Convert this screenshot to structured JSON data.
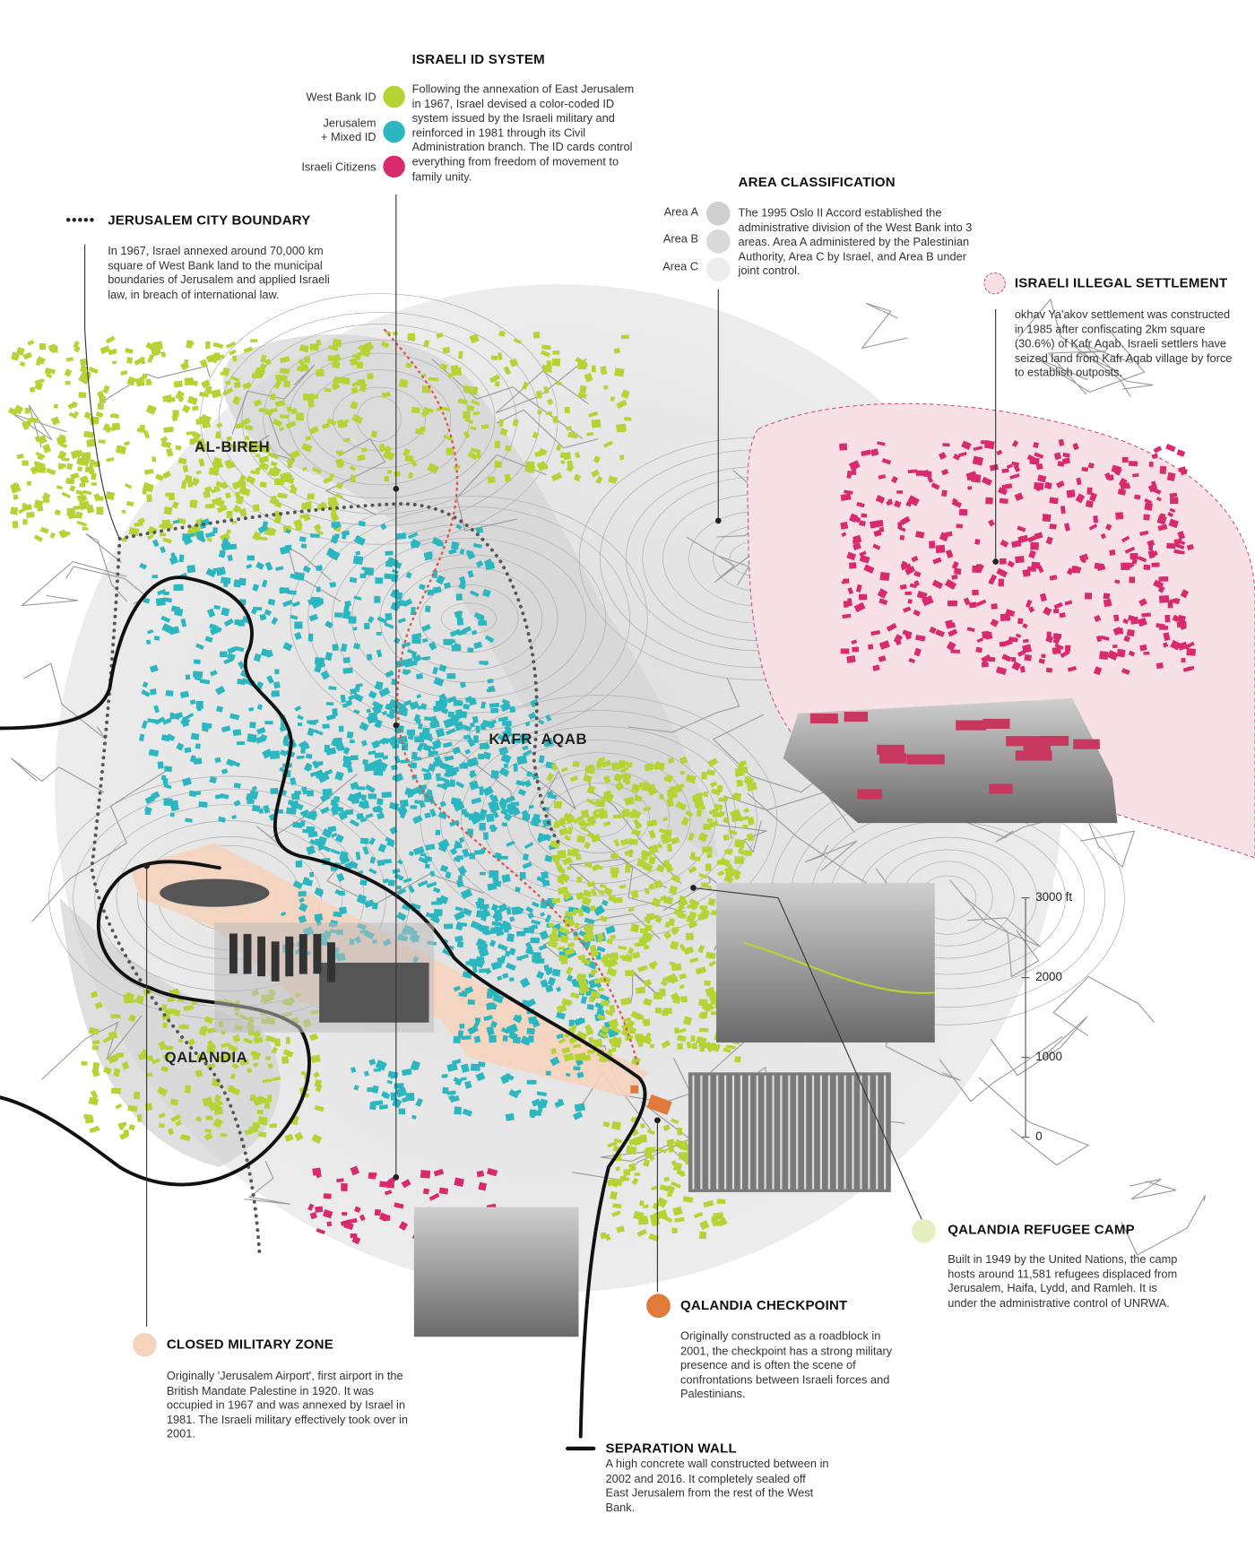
{
  "colors": {
    "west_bank_id": "#b5d334",
    "jerusalem_id": "#2bb6c0",
    "israeli_citizens": "#d92a6e",
    "area_a": "#cfcfcf",
    "area_b": "#dadada",
    "area_c": "#ececec",
    "settlement": "#f7e1e7",
    "military": "#f5d3bd",
    "checkpoint": "#e07a3a",
    "refugee_camp": "#e6efbf"
  },
  "id_system": {
    "title": "ISRAELI ID SYSTEM",
    "legend": [
      {
        "label": "West Bank ID"
      },
      {
        "label": "Jerusalem\n+ Mixed ID"
      },
      {
        "label": "Israeli Citizens"
      }
    ],
    "body": "Following the annexation of East Jerusalem in 1967, Israel devised a color-coded ID system issued by the Israeli military and reinforced in 1981 through its Civil Administration branch. The ID cards control everything from freedom of movement to family unity."
  },
  "city_boundary": {
    "title": "JERUSALEM CITY BOUNDARY",
    "body": "In 1967, Israel annexed around 70,000 km square of West Bank land to the municipal boundaries of Jerusalem and applied Israeli law, in breach of international law."
  },
  "area_classification": {
    "title": "AREA CLASSIFICATION",
    "legend": [
      "Area A",
      "Area B",
      "Area C"
    ],
    "body": "The 1995 Oslo II Accord established the administrative division of the West Bank into 3 areas. Area A administered by the Palestinian Authority, Area C by Israel, and Area B under joint control."
  },
  "settlement": {
    "title": "ISRAELI ILLEGAL SETTLEMENT",
    "body": "okhav Ya'akov settlement was constructed in 1985 after confiscating 2km square (30.6%) of Kafr  Aqab. Israeli settlers  have seized land from Kafr Aqab village by force to establish outposts."
  },
  "places": {
    "al_bireh": "AL-BIREH",
    "kafr_aqab": "KAFR  AQAB",
    "qalandia": "QALANDIA"
  },
  "scale_bar": {
    "ticks": [
      "3000 ft",
      "2000",
      "1000",
      "0"
    ]
  },
  "refugee_camp": {
    "title": "QALANDIA REFUGEE CAMP",
    "body": "Built in 1949 by the United Nations, the camp hosts around 11,581 refugees displaced from Jerusalem, Haifa, Lydd, and Ramleh. It is under the administrative control of UNRWA."
  },
  "checkpoint": {
    "title": "QALANDIA CHECKPOINT",
    "body": "Originally constructed as a roadblock in 2001, the checkpoint has a strong military presence and is often the scene of confrontations between Israeli forces and Palestinians."
  },
  "military_zone": {
    "title": "CLOSED MILITARY ZONE",
    "body": "Originally 'Jerusalem Airport', first airport in the British Mandate Palestine in 1920. It was occupied in 1967 and was annexed by Israel in 1981. The Israeli military effectively took over in 2001."
  },
  "separation_wall": {
    "title": "SEPARATION WALL",
    "body": "A high concrete wall constructed between in 2002 and  2016. It completely sealed off East Jerusalem from the rest of the West Bank."
  }
}
